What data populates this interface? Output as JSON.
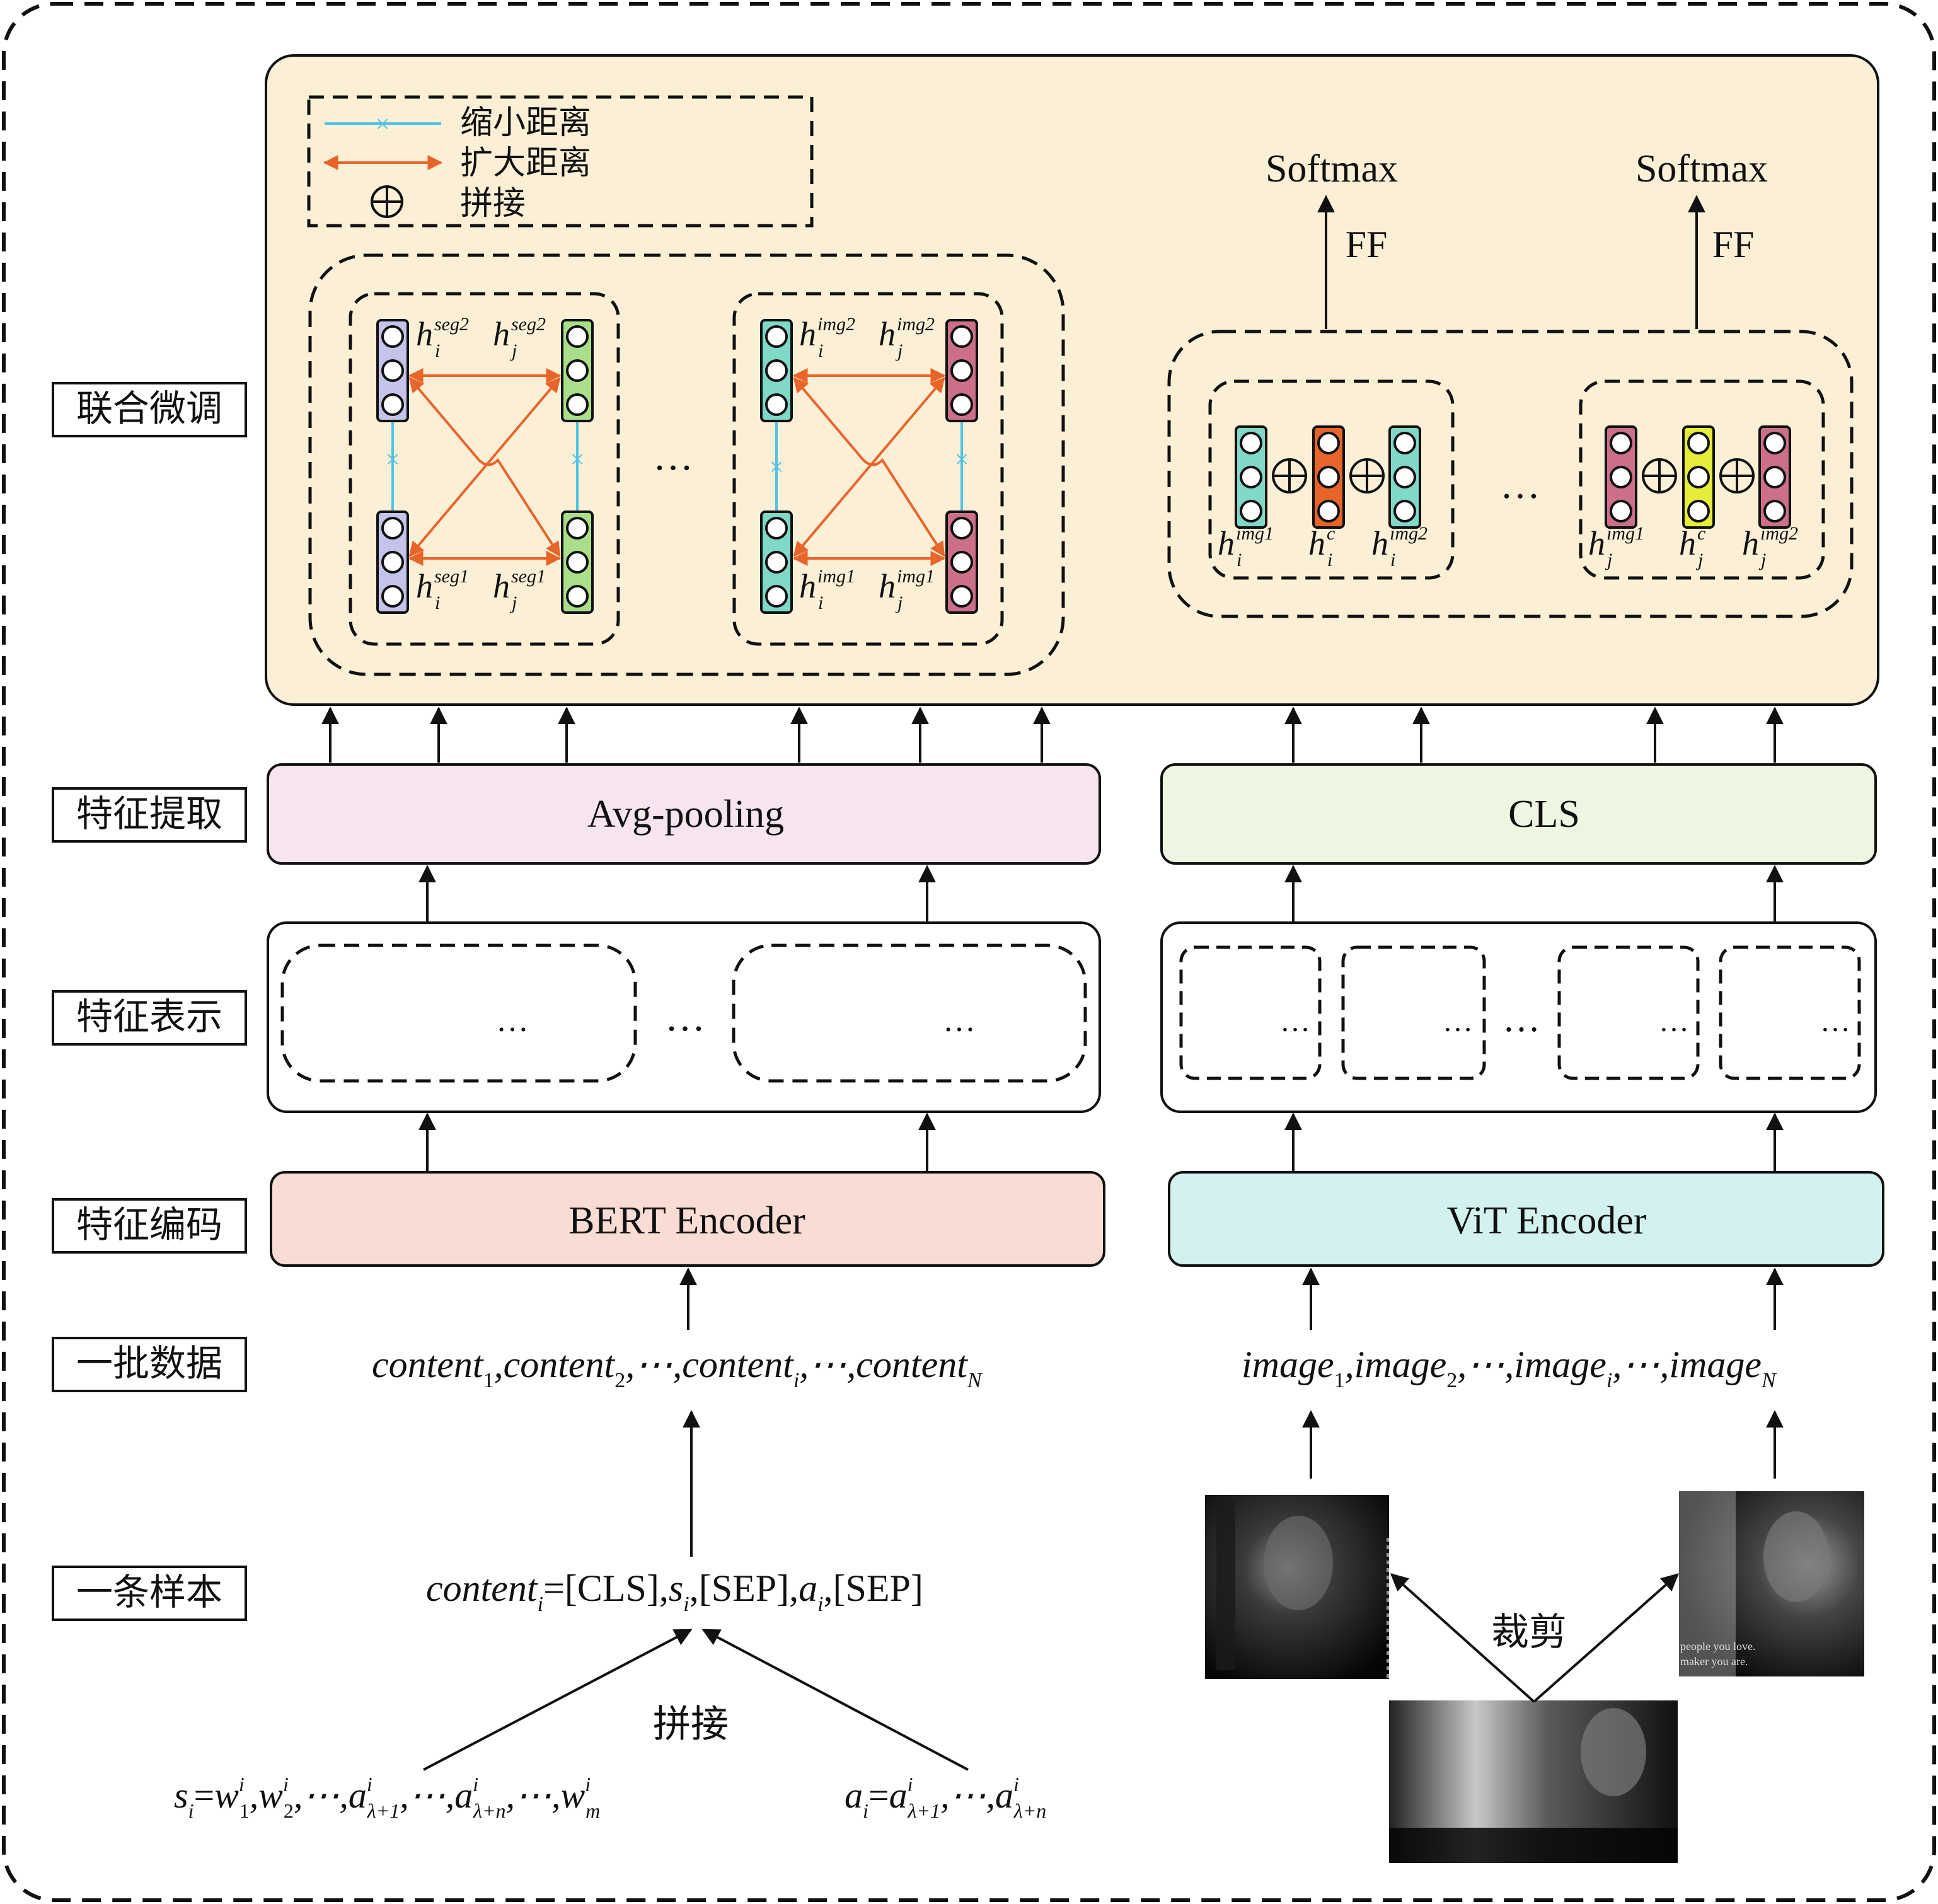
{
  "stage_labels": {
    "joint_finetune": "联合微调",
    "feature_extract": "特征提取",
    "feature_repr": "特征表示",
    "feature_encode": "特征编码",
    "batch_data": "一批数据",
    "one_sample": "一条样本"
  },
  "legend": {
    "shrink": "缩小距离",
    "expand": "扩大距离",
    "concat": "拼接"
  },
  "modules": {
    "avg_pooling": "Avg-pooling",
    "cls": "CLS",
    "bert": "BERT Encoder",
    "vit": "ViT Encoder"
  },
  "heads": {
    "softmax": "Softmax",
    "ff": "FF"
  },
  "formulas": {
    "content_batch": "content₁,content₂,⋯,contentᵢ,⋯,content_N",
    "image_batch": "image₁,image₂,⋯,imageᵢ,⋯,image_N",
    "content_sample": "contentᵢ=[CLS],sᵢ,[SEP],aᵢ,[SEP]",
    "s_def": "sᵢ=w₁ⁱ,w₂ⁱ,⋯,aⁱλ+1,⋯,aⁱλ+n,⋯,wₘⁱ",
    "a_def": "aᵢ=aⁱλ+1,⋯,aⁱλ+n"
  },
  "annotations": {
    "concat_label": "拼接",
    "crop_label": "裁剪",
    "ellipsis": "…"
  },
  "vector_labels": {
    "hi_seg2": {
      "base": "h",
      "sub": "i",
      "sup": "seg2"
    },
    "hj_seg2": {
      "base": "h",
      "sub": "j",
      "sup": "seg2"
    },
    "hi_seg1": {
      "base": "h",
      "sub": "i",
      "sup": "seg1"
    },
    "hj_seg1": {
      "base": "h",
      "sub": "j",
      "sup": "seg1"
    },
    "hi_img2": {
      "base": "h",
      "sub": "i",
      "sup": "img2"
    },
    "hj_img2": {
      "base": "h",
      "sub": "j",
      "sup": "img2"
    },
    "hi_img1": {
      "base": "h",
      "sub": "i",
      "sup": "img1"
    },
    "hj_img1": {
      "base": "h",
      "sub": "j",
      "sup": "img1"
    },
    "hi_c": {
      "base": "h",
      "sub": "i",
      "sup": "c"
    },
    "hj_c": {
      "base": "h",
      "sub": "j",
      "sup": "c"
    }
  },
  "subtitle_snippets": {
    "line1": "people you love.",
    "line2": "maker you are."
  },
  "colors": {
    "panel_bg": "#fbefd6",
    "avg_pool_bg": "#f6e4ee",
    "cls_bg": "#eef6e2",
    "bert_bg": "#f9dcd4",
    "vit_bg": "#d3f1ef",
    "orange_dark": "#e8652a",
    "salmon": "#f2ab97",
    "lavender": "#c4c3ea",
    "teal": "#7fd8c8",
    "green": "#a9df8a",
    "mauve": "#cc6f88",
    "yellow": "#e6ec3a",
    "tan": "#f6dbb2",
    "gray": "#c7c7c7",
    "blue_line": "#4fc3e6",
    "orange_line": "#e8652a"
  }
}
